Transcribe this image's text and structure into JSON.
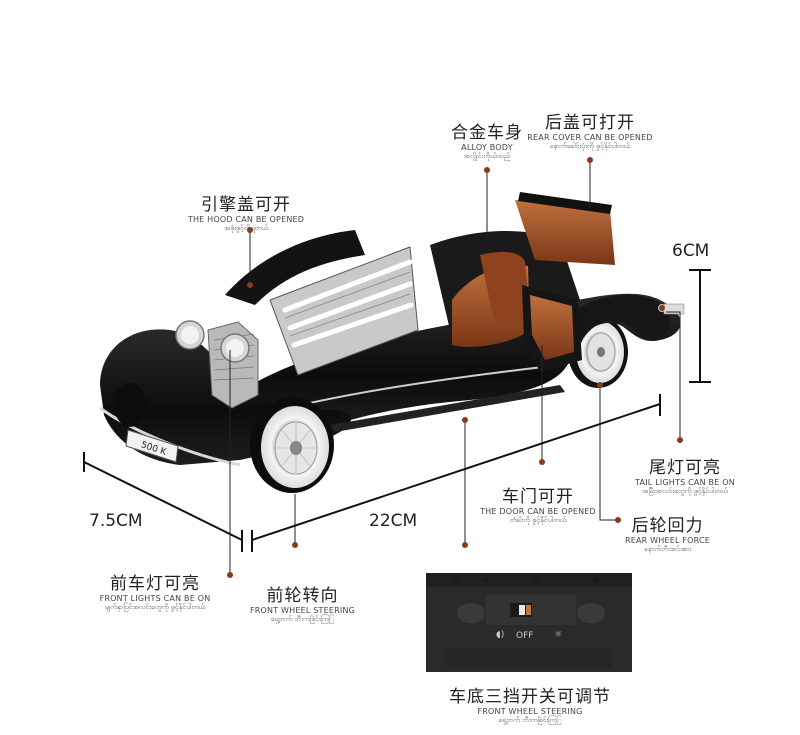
{
  "labels": {
    "alloy_body": {
      "cn": "合金车身",
      "en": "ALLOY BODY",
      "my": "အလွိုင်းကိုယ်ထည်"
    },
    "rear_cover": {
      "cn": "后盖可打开",
      "en": "REAR COVER CAN BE OPENED",
      "my": "နောက်ခေါင်းပုံးကို ဖွင့်နိုင်ပါတယ်"
    },
    "hood": {
      "cn": "引擎盖可开",
      "en": "THE HOOD CAN BE OPENED",
      "my": "အဖုံးဖွင့်လို့ရတယ်"
    },
    "tail_lights": {
      "cn": "尾灯可亮",
      "en": "TAIL LIGHTS CAN BE ON",
      "my": "အမြီးအလင်းတွေကို ဖွင့်နိုင်ပါတယ်"
    },
    "door": {
      "cn": "车门可开",
      "en": "THE DOOR CAN BE OPENED",
      "my": "တံခါးကို ဖွင့်နိုင်ပါတယ်"
    },
    "rear_wheel": {
      "cn": "后轮回力",
      "en": "REAR WHEEL FORCE",
      "my": "နောက်ဘီးအင်အား"
    },
    "front_lights": {
      "cn": "前车灯可亮",
      "en": "FRONT LIGHTS CAN BE ON",
      "my": "မျက်နှာပြင်အလင်းတွေကို ဖွင့်နိုင်ပါတယ်"
    },
    "front_steering": {
      "cn": "前轮转向",
      "en": "FRONT WHEEL STEERING",
      "my": "ရှေ့ဘက် ဘီးကစြဲင်း​ကြြ"
    },
    "switch": {
      "cn": "车底三挡开关可调节",
      "en": "FRONT WHEEL STEERING",
      "my": "ရှေ့ဘက် ဘီးကစြဲင်း​ကြြ"
    }
  },
  "dimensions": {
    "height": "6CM",
    "width": "7.5CM",
    "length": "22CM"
  },
  "plate": "500 K",
  "switch_text": "OFF",
  "colors": {
    "body": "#111111",
    "leather": "#9a4a22",
    "chrome": "#d8d8d8",
    "line": "#222222",
    "dot": "#8a3a1a"
  }
}
